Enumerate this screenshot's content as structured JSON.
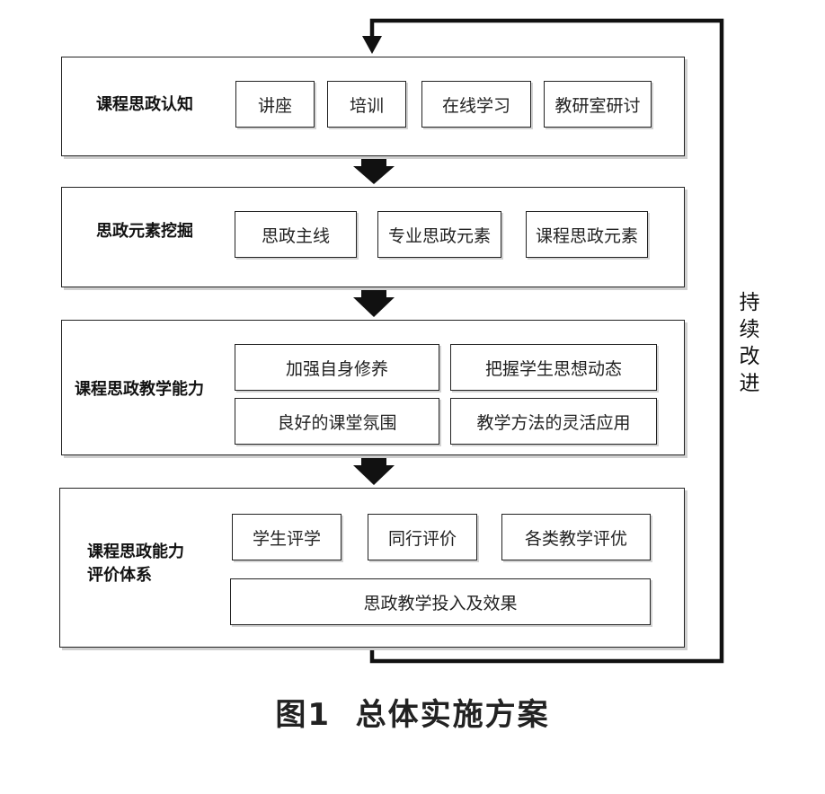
{
  "stages": [
    {
      "title": "课程思政认知",
      "items": [
        "讲座",
        "培训",
        "在线学习",
        "教研室研讨"
      ]
    },
    {
      "title": "思政元素挖掘",
      "items": [
        "思政主线",
        "专业思政元素",
        "课程思政元素"
      ]
    },
    {
      "title": "课程思政教学能力",
      "items": [
        "加强自身修养",
        "把握学生思想动态",
        "良好的课堂氛围",
        "教学方法的灵活应用"
      ]
    },
    {
      "title_lines": [
        "课程思政能力",
        "评价体系"
      ],
      "items": [
        "学生评学",
        "同行评价",
        "各类教学评优",
        "思政教学投入及效果"
      ]
    }
  ],
  "feedback_label": [
    "持",
    "续",
    "改",
    "进"
  ],
  "caption": "图1  总体实施方案",
  "colors": {
    "line": "#111111",
    "border": "#222222"
  }
}
